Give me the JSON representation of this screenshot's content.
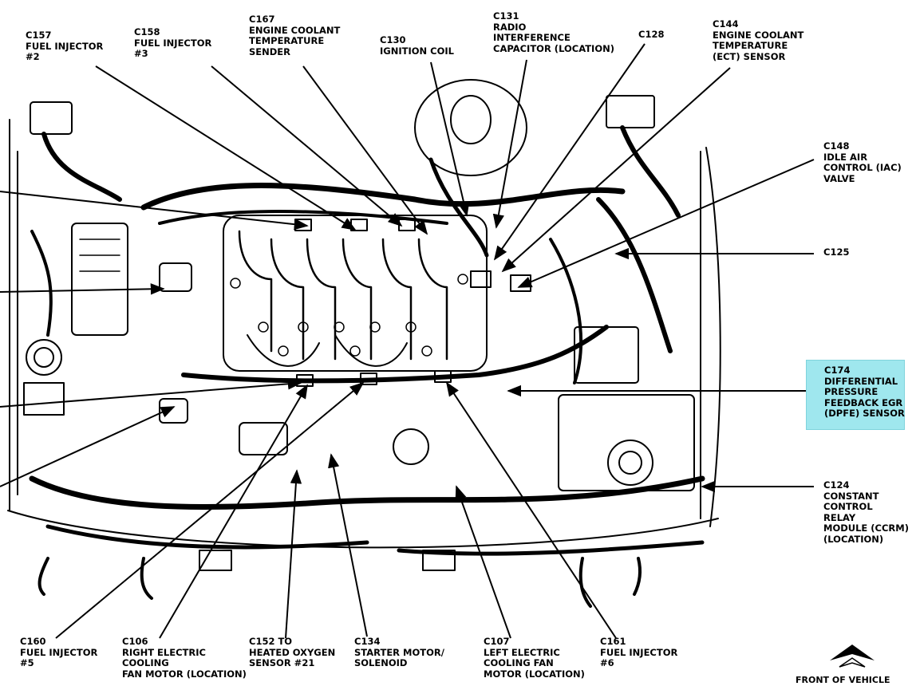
{
  "highlight_color": "#9fe7ee",
  "labels": {
    "c157": [
      "C157",
      "FUEL INJECTOR",
      "#2"
    ],
    "c158": [
      "C158",
      "FUEL INJECTOR",
      "#3"
    ],
    "c167": [
      "C167",
      "ENGINE COOLANT",
      "TEMPERATURE",
      "SENDER"
    ],
    "c130": [
      "C130",
      "IGNITION COIL"
    ],
    "c131": [
      "C131",
      "RADIO",
      "INTERFERENCE",
      "CAPACITOR (LOCATION)"
    ],
    "c128": [
      "C128"
    ],
    "c144": [
      "C144",
      "ENGINE COOLANT",
      "TEMPERATURE",
      "(ECT) SENSOR"
    ],
    "c148": [
      "C148",
      "IDLE AIR",
      "CONTROL (IAC)",
      "VALVE"
    ],
    "c125": [
      "C125"
    ],
    "c174": [
      "C174",
      "DIFFERENTIAL",
      "PRESSURE",
      "FEEDBACK EGR",
      "(DPFE) SENSOR"
    ],
    "c124": [
      "C124",
      "CONSTANT",
      "CONTROL",
      "RELAY",
      "MODULE (CCRM)",
      "(LOCATION)"
    ],
    "c160": [
      "C160",
      "FUEL INJECTOR",
      "#5"
    ],
    "c106": [
      "C106",
      "RIGHT ELECTRIC",
      "COOLING",
      "FAN MOTOR (LOCATION)"
    ],
    "c152": [
      "C152 TO",
      "HEATED OXYGEN",
      "SENSOR #21"
    ],
    "c134": [
      "C134",
      "STARTER MOTOR/",
      "SOLENOID"
    ],
    "c107": [
      "C107",
      "LEFT ELECTRIC",
      "COOLING FAN",
      "MOTOR (LOCATION)"
    ],
    "c161": [
      "C161",
      "FUEL INJECTOR",
      "#6"
    ]
  },
  "front_label": "FRONT OF VEHICLE"
}
